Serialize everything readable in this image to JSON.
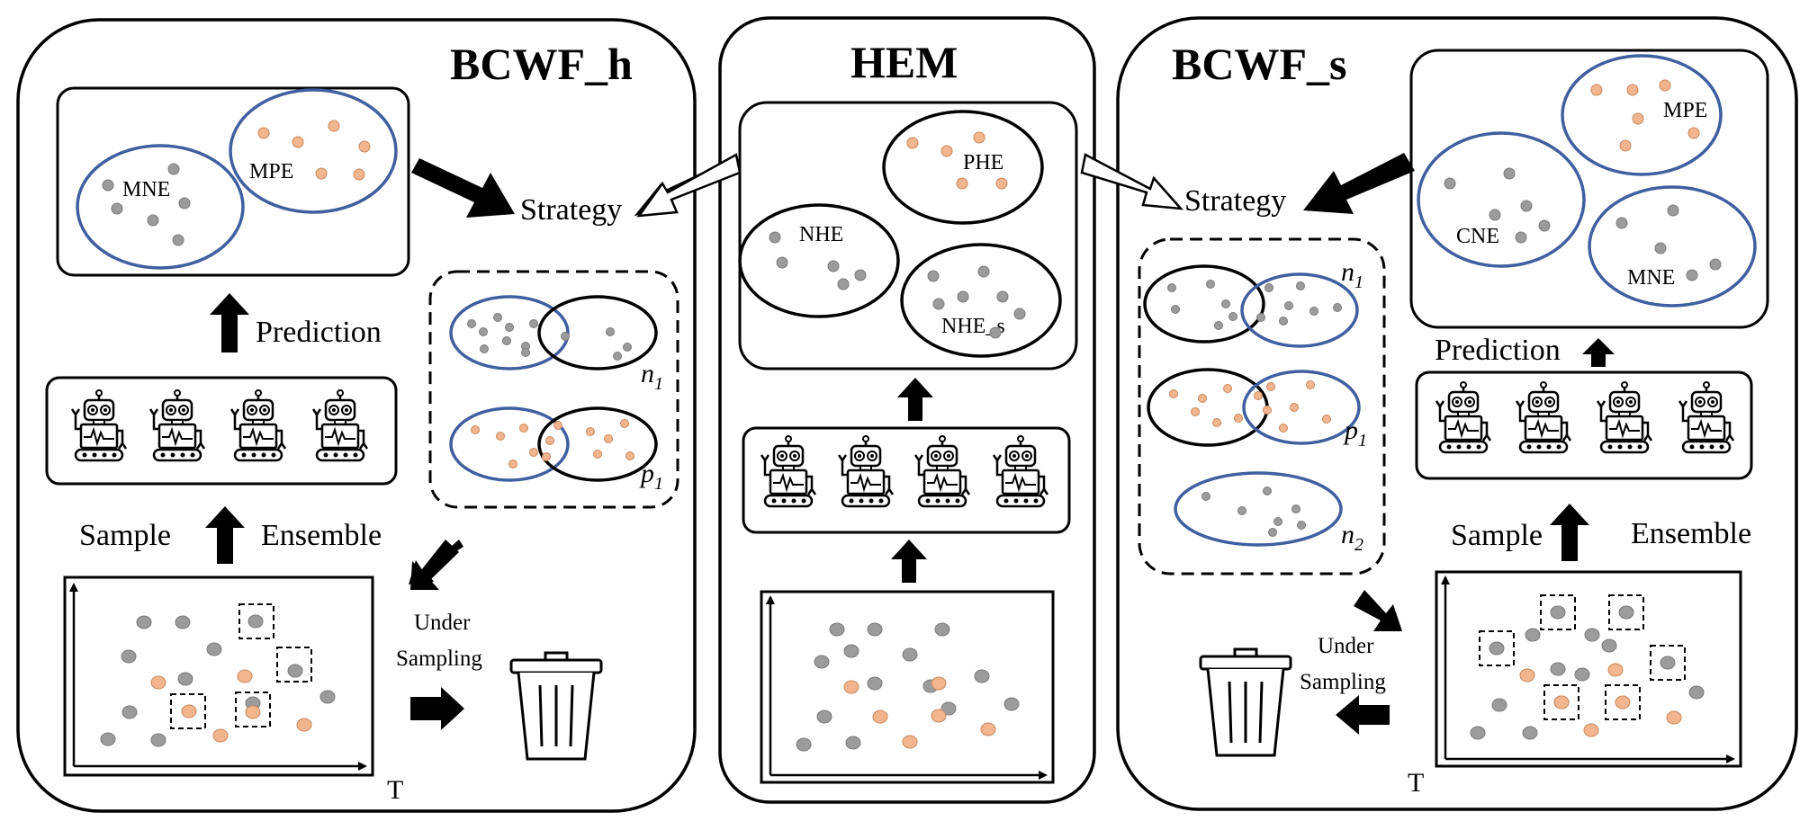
{
  "panels": {
    "left": {
      "title": "BCWF_h",
      "ellipses": {
        "mne": "MNE",
        "mpe": "MPE"
      },
      "strategy": "Strategy",
      "prediction": "Prediction",
      "sample": "Sample",
      "ensemble": "Ensemble",
      "under_sampling": [
        "Under",
        "Sampling"
      ],
      "time_axis": "T",
      "venn": {
        "n": "n",
        "n_sub": "1",
        "p": "p",
        "p_sub": "1"
      }
    },
    "middle": {
      "title": "HEM",
      "ellipses": {
        "phe": "PHE",
        "nhe": "NHE",
        "nhe_s": "NHE_s"
      }
    },
    "right": {
      "title": "BCWF_s",
      "ellipses": {
        "mpe": "MPE",
        "cne": "CNE",
        "mne": "MNE"
      },
      "strategy": "Strategy",
      "prediction": "Prediction",
      "sample": "Sample",
      "ensemble": "Ensemble",
      "under_sampling": [
        "Under",
        "Sampling"
      ],
      "time_axis": "T",
      "venn": {
        "n1": "n",
        "n1_sub": "1",
        "p": "p",
        "p_sub": "1",
        "n2": "n",
        "n2_sub": "2"
      }
    }
  },
  "colors": {
    "gray_point": "#9b9b9b",
    "orange_point": "#f2b58d",
    "blue_ellipse": "#3f5fa0",
    "stroke": "#000000"
  },
  "icons": [
    "robot-icon",
    "trash-can-icon",
    "arrow-icon"
  ]
}
